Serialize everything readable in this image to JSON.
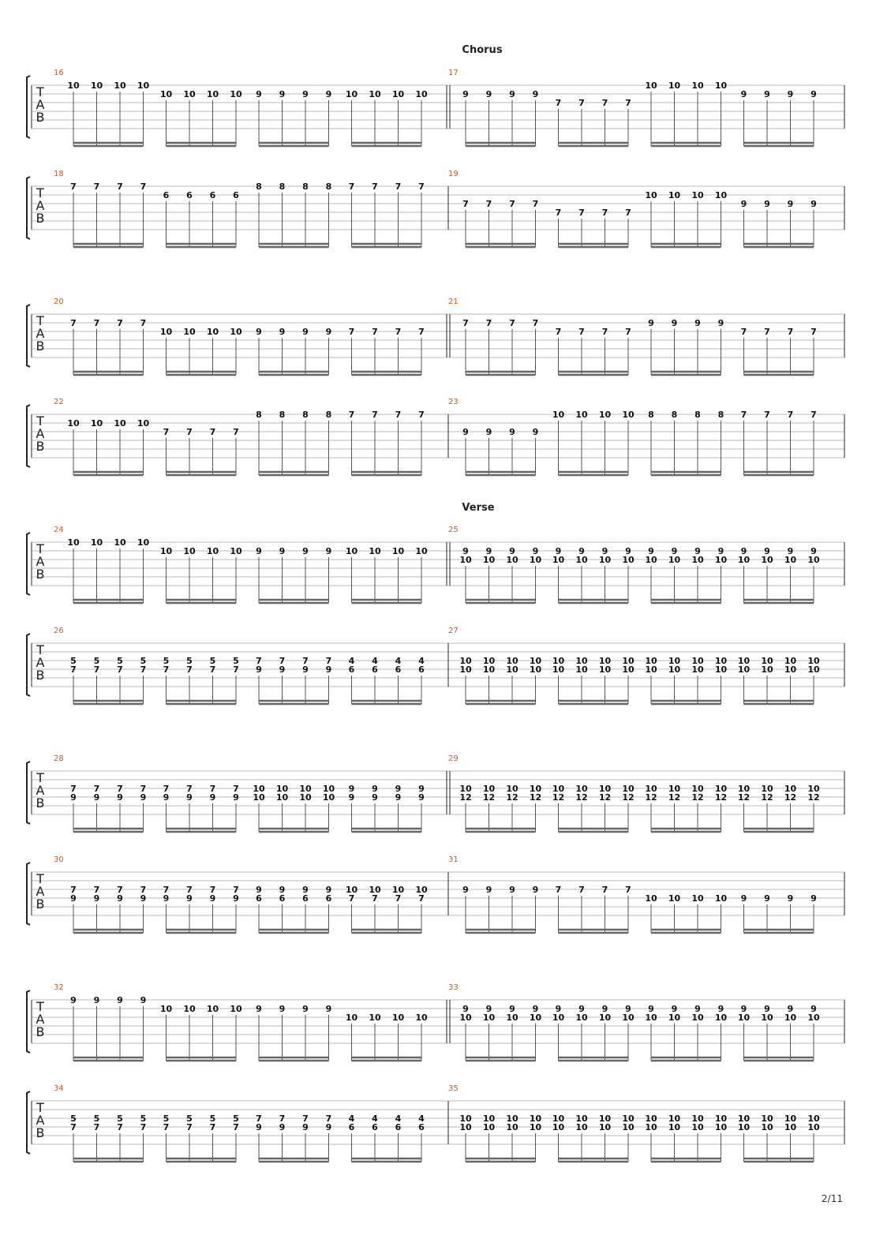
{
  "page_number": "2/11",
  "colors": {
    "bar_number": "#e0501b",
    "staff_line": "#bbbbbb",
    "beam": "#666666"
  },
  "tab_clef": [
    "T",
    "A",
    "B"
  ],
  "sections": [
    {
      "label": "Chorus"
    },
    {
      "label": "Verse"
    }
  ],
  "bars": [
    {
      "number": "16",
      "groups": [
        [
          "10",
          "10",
          "10",
          "10"
        ],
        [
          "10",
          "10",
          "10",
          "10"
        ],
        [
          "9",
          "9",
          "9",
          "9"
        ],
        [
          "10",
          "10",
          "10",
          "10"
        ]
      ],
      "strings": [
        [
          0,
          0,
          0,
          0
        ],
        [
          1,
          1,
          1,
          1
        ],
        [
          1,
          1,
          1,
          1
        ],
        [
          1,
          1,
          1,
          1
        ]
      ]
    },
    {
      "number": "17",
      "groups": [
        [
          "9",
          "9",
          "9",
          "9"
        ],
        [
          "7",
          "7",
          "7",
          "7"
        ],
        [
          "10",
          "10",
          "10",
          "10"
        ],
        [
          "9",
          "9",
          "9",
          "9"
        ]
      ],
      "strings": [
        [
          1,
          1,
          1,
          1
        ],
        [
          2,
          2,
          2,
          2
        ],
        [
          0,
          0,
          0,
          0
        ],
        [
          1,
          1,
          1,
          1
        ]
      ]
    },
    {
      "number": "18",
      "groups": [
        [
          "7",
          "7",
          "7",
          "7"
        ],
        [
          "6",
          "6",
          "6",
          "6"
        ],
        [
          "8",
          "8",
          "8",
          "8"
        ],
        [
          "7",
          "7",
          "7",
          "7"
        ]
      ],
      "strings": [
        [
          0,
          0,
          0,
          0
        ],
        [
          1,
          1,
          1,
          1
        ],
        [
          0,
          0,
          0,
          0
        ],
        [
          0,
          0,
          0,
          0
        ]
      ]
    },
    {
      "number": "19",
      "groups": [
        [
          "7",
          "7",
          "7",
          "7"
        ],
        [
          "7",
          "7",
          "7",
          "7"
        ],
        [
          "10",
          "10",
          "10",
          "10"
        ],
        [
          "9",
          "9",
          "9",
          "9"
        ]
      ],
      "strings": [
        [
          2,
          2,
          2,
          2
        ],
        [
          3,
          3,
          3,
          3
        ],
        [
          1,
          1,
          1,
          1
        ],
        [
          2,
          2,
          2,
          2
        ]
      ]
    },
    {
      "number": "20",
      "groups": [
        [
          "7",
          "7",
          "7",
          "7"
        ],
        [
          "10",
          "10",
          "10",
          "10"
        ],
        [
          "9",
          "9",
          "9",
          "9"
        ],
        [
          "7",
          "7",
          "7",
          "7"
        ]
      ],
      "strings": [
        [
          1,
          1,
          1,
          1
        ],
        [
          2,
          2,
          2,
          2
        ],
        [
          2,
          2,
          2,
          2
        ],
        [
          2,
          2,
          2,
          2
        ]
      ]
    },
    {
      "number": "21",
      "groups": [
        [
          "7",
          "7",
          "7",
          "7"
        ],
        [
          "7",
          "7",
          "7",
          "7"
        ],
        [
          "9",
          "9",
          "9",
          "9"
        ],
        [
          "7",
          "7",
          "7",
          "7"
        ]
      ],
      "strings": [
        [
          1,
          1,
          1,
          1
        ],
        [
          2,
          2,
          2,
          2
        ],
        [
          1,
          1,
          1,
          1
        ],
        [
          2,
          2,
          2,
          2
        ]
      ]
    },
    {
      "number": "22",
      "groups": [
        [
          "10",
          "10",
          "10",
          "10"
        ],
        [
          "7",
          "7",
          "7",
          "7"
        ],
        [
          "8",
          "8",
          "8",
          "8"
        ],
        [
          "7",
          "7",
          "7",
          "7"
        ]
      ],
      "strings": [
        [
          1,
          1,
          1,
          1
        ],
        [
          2,
          2,
          2,
          2
        ],
        [
          0,
          0,
          0,
          0
        ],
        [
          0,
          0,
          0,
          0
        ]
      ]
    },
    {
      "number": "23",
      "groups": [
        [
          "9",
          "9",
          "9",
          "9"
        ],
        [
          "10",
          "10",
          "10",
          "10"
        ],
        [
          "8",
          "8",
          "8",
          "8"
        ],
        [
          "7",
          "7",
          "7",
          "7"
        ]
      ],
      "strings": [
        [
          2,
          2,
          2,
          2
        ],
        [
          0,
          0,
          0,
          0
        ],
        [
          0,
          0,
          0,
          0
        ],
        [
          0,
          0,
          0,
          0
        ]
      ]
    },
    {
      "number": "24",
      "groups": [
        [
          "10",
          "10",
          "10",
          "10"
        ],
        [
          "10",
          "10",
          "10",
          "10"
        ],
        [
          "9",
          "9",
          "9",
          "9"
        ],
        [
          "10",
          "10",
          "10",
          "10"
        ]
      ],
      "strings": [
        [
          0,
          0,
          0,
          0
        ],
        [
          1,
          1,
          1,
          1
        ],
        [
          1,
          1,
          1,
          1
        ],
        [
          1,
          1,
          1,
          1
        ]
      ]
    },
    {
      "number": "25",
      "groups": [
        [
          "9/10",
          "9/10",
          "9/10",
          "9/10"
        ],
        [
          "9/10",
          "9/10",
          "9/10",
          "9/10"
        ],
        [
          "9/10",
          "9/10",
          "9/10",
          "9/10"
        ],
        [
          "9/10",
          "9/10",
          "9/10",
          "9/10"
        ]
      ],
      "strings": [
        [
          1,
          1,
          1,
          1
        ],
        [
          1,
          1,
          1,
          1
        ],
        [
          1,
          1,
          1,
          1
        ],
        [
          1,
          1,
          1,
          1
        ]
      ]
    },
    {
      "number": "26",
      "groups": [
        [
          "5/7",
          "5/7",
          "5/7",
          "5/7"
        ],
        [
          "5/7",
          "5/7",
          "5/7",
          "5/7"
        ],
        [
          "7/9",
          "7/9",
          "7/9",
          "7/9"
        ],
        [
          "4/6",
          "4/6",
          "4/6",
          "4/6"
        ]
      ],
      "strings": [
        [
          2,
          2,
          2,
          2
        ],
        [
          2,
          2,
          2,
          2
        ],
        [
          2,
          2,
          2,
          2
        ],
        [
          2,
          2,
          2,
          2
        ]
      ]
    },
    {
      "number": "27",
      "groups": [
        [
          "10/10",
          "10/10",
          "10/10",
          "10/10"
        ],
        [
          "10/10",
          "10/10",
          "10/10",
          "10/10"
        ],
        [
          "10/10",
          "10/10",
          "10/10",
          "10/10"
        ],
        [
          "10/10",
          "10/10",
          "10/10",
          "10/10"
        ]
      ],
      "strings": [
        [
          2,
          2,
          2,
          2
        ],
        [
          2,
          2,
          2,
          2
        ],
        [
          2,
          2,
          2,
          2
        ],
        [
          2,
          2,
          2,
          2
        ]
      ]
    },
    {
      "number": "28",
      "groups": [
        [
          "7/9",
          "7/9",
          "7/9",
          "7/9"
        ],
        [
          "7/9",
          "7/9",
          "7/9",
          "7/9"
        ],
        [
          "10/10",
          "10/10",
          "10/10",
          "10/10"
        ],
        [
          "9/9",
          "9/9",
          "9/9",
          "9/9"
        ]
      ],
      "strings": [
        [
          2,
          2,
          2,
          2
        ],
        [
          2,
          2,
          2,
          2
        ],
        [
          2,
          2,
          2,
          2
        ],
        [
          2,
          2,
          2,
          2
        ]
      ]
    },
    {
      "number": "29",
      "groups": [
        [
          "10/12",
          "10/12",
          "10/12",
          "10/12"
        ],
        [
          "10/12",
          "10/12",
          "10/12",
          "10/12"
        ],
        [
          "10/12",
          "10/12",
          "10/12",
          "10/12"
        ],
        [
          "10/12",
          "10/12",
          "10/12",
          "10/12"
        ]
      ],
      "strings": [
        [
          2,
          2,
          2,
          2
        ],
        [
          2,
          2,
          2,
          2
        ],
        [
          2,
          2,
          2,
          2
        ],
        [
          2,
          2,
          2,
          2
        ]
      ]
    },
    {
      "number": "30",
      "groups": [
        [
          "7/9",
          "7/9",
          "7/9",
          "7/9"
        ],
        [
          "7/9",
          "7/9",
          "7/9",
          "7/9"
        ],
        [
          "9/6",
          "9/6",
          "9/6",
          "9/6"
        ],
        [
          "10/7",
          "10/7",
          "10/7",
          "10/7"
        ]
      ],
      "strings": [
        [
          2,
          2,
          2,
          2
        ],
        [
          2,
          2,
          2,
          2
        ],
        [
          2,
          2,
          2,
          2
        ],
        [
          2,
          2,
          2,
          2
        ]
      ]
    },
    {
      "number": "31",
      "groups": [
        [
          "9",
          "9",
          "9",
          "9"
        ],
        [
          "7",
          "7",
          "7",
          "7"
        ],
        [
          "10",
          "10",
          "10",
          "10"
        ],
        [
          "9",
          "9",
          "9",
          "9"
        ]
      ],
      "strings": [
        [
          2,
          2,
          2,
          2
        ],
        [
          2,
          2,
          2,
          2
        ],
        [
          3,
          3,
          3,
          3
        ],
        [
          3,
          3,
          3,
          3
        ]
      ]
    },
    {
      "number": "32",
      "groups": [
        [
          "9",
          "9",
          "9",
          "9"
        ],
        [
          "10",
          "10",
          "10",
          "10"
        ],
        [
          "9",
          "9",
          "9",
          "9"
        ],
        [
          "10",
          "10",
          "10",
          "10"
        ]
      ],
      "strings": [
        [
          0,
          0,
          0,
          0
        ],
        [
          1,
          1,
          1,
          1
        ],
        [
          1,
          1,
          1,
          1
        ],
        [
          2,
          2,
          2,
          2
        ]
      ]
    },
    {
      "number": "33",
      "groups": [
        [
          "9/10",
          "9/10",
          "9/10",
          "9/10"
        ],
        [
          "9/10",
          "9/10",
          "9/10",
          "9/10"
        ],
        [
          "9/10",
          "9/10",
          "9/10",
          "9/10"
        ],
        [
          "9/10",
          "9/10",
          "9/10",
          "9/10"
        ]
      ],
      "strings": [
        [
          1,
          1,
          1,
          1
        ],
        [
          1,
          1,
          1,
          1
        ],
        [
          1,
          1,
          1,
          1
        ],
        [
          1,
          1,
          1,
          1
        ]
      ]
    },
    {
      "number": "34",
      "groups": [
        [
          "5/7",
          "5/7",
          "5/7",
          "5/7"
        ],
        [
          "5/7",
          "5/7",
          "5/7",
          "5/7"
        ],
        [
          "7/9",
          "7/9",
          "7/9",
          "7/9"
        ],
        [
          "4/6",
          "4/6",
          "4/6",
          "4/6"
        ]
      ],
      "strings": [
        [
          2,
          2,
          2,
          2
        ],
        [
          2,
          2,
          2,
          2
        ],
        [
          2,
          2,
          2,
          2
        ],
        [
          2,
          2,
          2,
          2
        ]
      ]
    },
    {
      "number": "35",
      "groups": [
        [
          "10/10",
          "10/10",
          "10/10",
          "10/10"
        ],
        [
          "10/10",
          "10/10",
          "10/10",
          "10/10"
        ],
        [
          "10/10",
          "10/10",
          "10/10",
          "10/10"
        ],
        [
          "10/10",
          "10/10",
          "10/10",
          "10/10"
        ]
      ],
      "strings": [
        [
          2,
          2,
          2,
          2
        ],
        [
          2,
          2,
          2,
          2
        ],
        [
          2,
          2,
          2,
          2
        ],
        [
          2,
          2,
          2,
          2
        ]
      ]
    }
  ]
}
